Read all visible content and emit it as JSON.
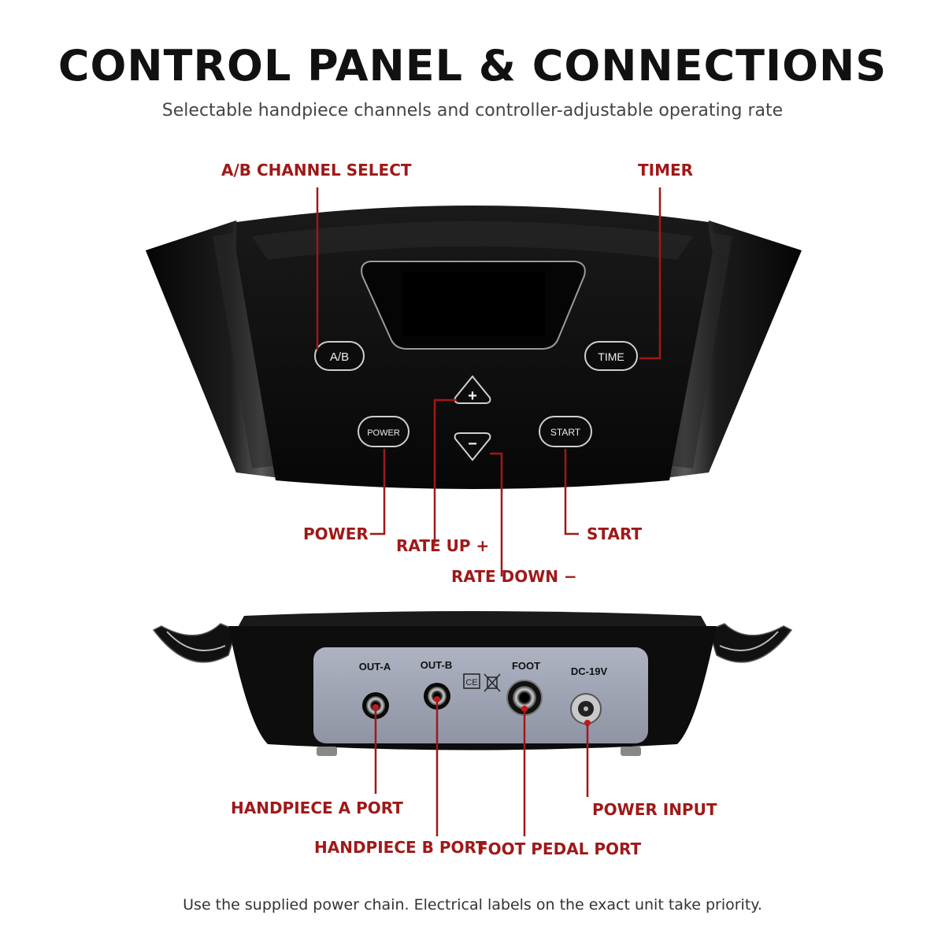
{
  "header": {
    "title": "CONTROL PANEL & CONNECTIONS",
    "subtitle": "Selectable handpiece channels and controller-adjustable operating rate"
  },
  "panel": {
    "buttons": {
      "ab": "A/B",
      "time": "TIME",
      "power": "POWER",
      "start": "START",
      "plus": "+",
      "minus": "−"
    },
    "callouts": {
      "ab_select": "A/B CHANNEL SELECT",
      "timer": "TIMER",
      "power": "POWER",
      "rate_up": "RATE UP +",
      "start": "START",
      "rate_down": "RATE DOWN −"
    }
  },
  "rear": {
    "ports": {
      "out_a": "OUT-A",
      "out_b": "OUT-B",
      "foot": "FOOT",
      "dc": "DC-19V",
      "ce_mark": "CE"
    },
    "callouts": {
      "handpiece_a": "HANDPIECE A PORT",
      "handpiece_b": "HANDPIECE B PORT",
      "foot_pedal": "FOOT PEDAL PORT",
      "power_input": "POWER INPUT"
    }
  },
  "footer": {
    "note": "Use the supplied power chain. Electrical labels on the exact unit take priority."
  },
  "colors": {
    "callout": "#a01818",
    "device": "#0c0c0c",
    "rear_plate": "#9ea3b3"
  }
}
